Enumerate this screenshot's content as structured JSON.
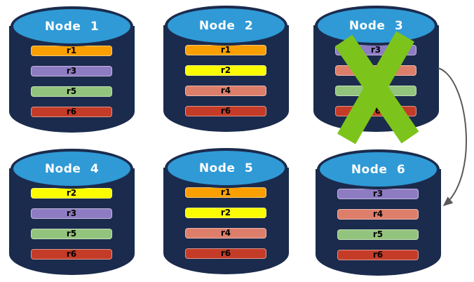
{
  "colors": {
    "cylinder_body": "#1B2B4D",
    "cylinder_top_fill": "#2F9AD6",
    "node_title_text": "#FFFFFF",
    "replica_label_text": "#000000",
    "failure_x": "#7CC41B",
    "arrow": "#595959",
    "replica_palette": {
      "r1": "#F9A000",
      "r2": "#FCFC00",
      "r3": "#8E7CC3",
      "r4": "#DD7E6B",
      "r5": "#93C47D",
      "r6": "#C43C28"
    }
  },
  "nodes": [
    {
      "id": "node-1",
      "title": "Node 1",
      "failed": false,
      "replicas": [
        "r1",
        "r3",
        "r5",
        "r6"
      ]
    },
    {
      "id": "node-2",
      "title": "Node 2",
      "failed": false,
      "replicas": [
        "r1",
        "r2",
        "r4",
        "r6"
      ]
    },
    {
      "id": "node-3",
      "title": "Node 3",
      "failed": true,
      "replicas": [
        "r3",
        "r4",
        "r5",
        "r6"
      ]
    },
    {
      "id": "node-4",
      "title": "Node 4",
      "failed": false,
      "replicas": [
        "r2",
        "r3",
        "r5",
        "r6"
      ]
    },
    {
      "id": "node-5",
      "title": "Node 5",
      "failed": false,
      "replicas": [
        "r1",
        "r2",
        "r4",
        "r6"
      ]
    },
    {
      "id": "node-6",
      "title": "Node 6",
      "failed": false,
      "replicas": [
        "r3",
        "r4",
        "r5",
        "r6"
      ]
    }
  ],
  "annotations": {
    "failure_x_on": "Node 3",
    "arrow": {
      "from": "Node 3",
      "to": "Node 6"
    }
  }
}
